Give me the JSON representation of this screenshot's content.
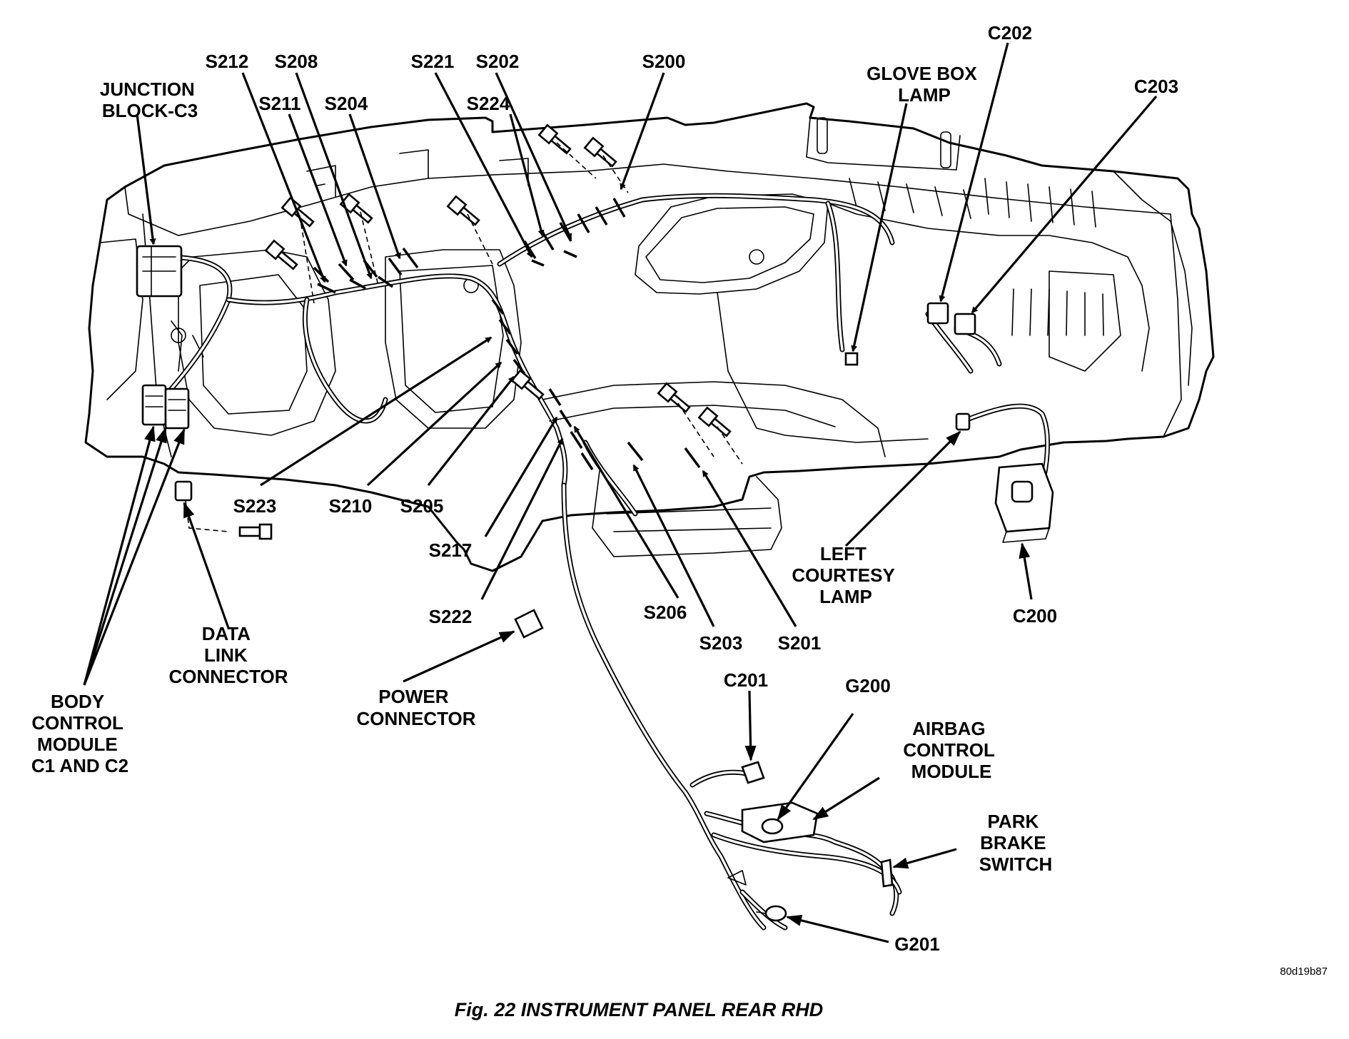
{
  "figure": {
    "caption": "Fig. 22 INSTRUMENT PANEL REAR RHD",
    "code": "80d19b87"
  },
  "labels": {
    "junction_block": [
      "JUNCTION",
      "BLOCK-C3"
    ],
    "s212": "S212",
    "s208": "S208",
    "s211": "S211",
    "s204": "S204",
    "s221": "S221",
    "s202": "S202",
    "s224": "S224",
    "s200": "S200",
    "glove_box_lamp": [
      "GLOVE BOX",
      "LAMP"
    ],
    "c202": "C202",
    "c203": "C203",
    "s223": "S223",
    "s210": "S210",
    "s205": "S205",
    "s217": "S217",
    "s222": "S222",
    "s206": "S206",
    "s203": "S203",
    "s201": "S201",
    "left_courtesy_lamp": [
      "LEFT",
      "COURTESY",
      "LAMP"
    ],
    "c200": "C200",
    "data_link_connector": [
      "DATA",
      "LINK",
      "CONNECTOR"
    ],
    "body_control_module": [
      "BODY",
      "CONTROL",
      "MODULE",
      "C1 AND C2"
    ],
    "power_connector": [
      "POWER",
      "CONNECTOR"
    ],
    "c201": "C201",
    "g200": "G200",
    "airbag_control_module": [
      "AIRBAG",
      "CONTROL",
      "MODULE"
    ],
    "park_brake_switch": [
      "PARK",
      "BRAKE",
      "SWITCH"
    ],
    "g201": "G201"
  }
}
